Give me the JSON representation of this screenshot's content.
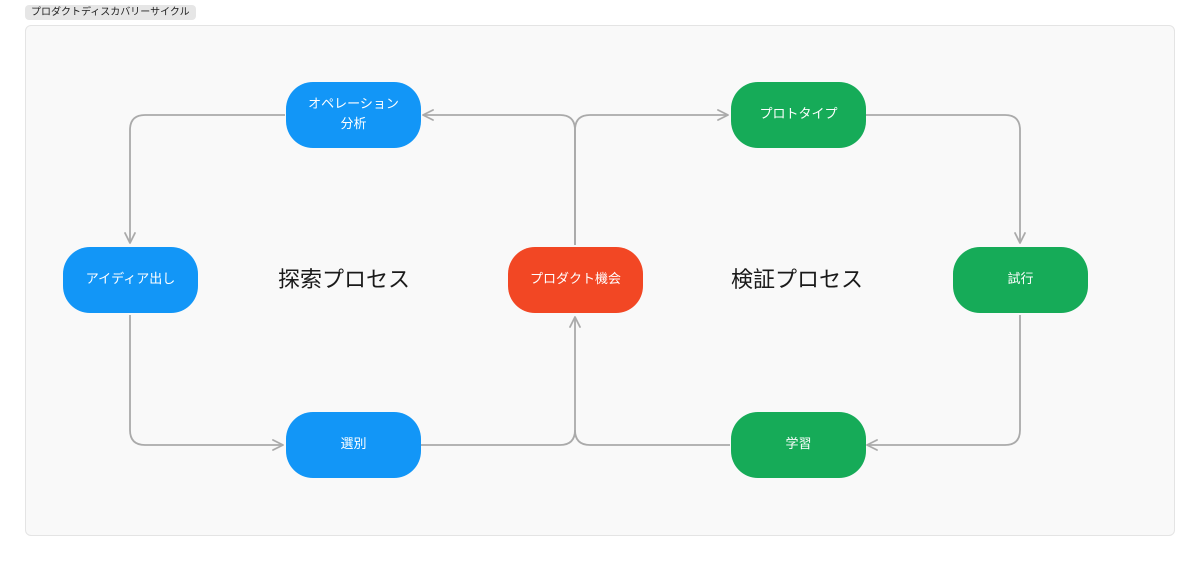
{
  "tag": "プロダクトディスカバリーサイクル",
  "regions": {
    "explore": "探索プロセス",
    "verify": "検証プロセス"
  },
  "nodes": {
    "operation_analysis": {
      "line1": "オペレーション",
      "line2": "分析"
    },
    "idea_generation": "アイディア出し",
    "selection": "選別",
    "product_opportunity": "プロダクト機会",
    "prototype": "プロトタイプ",
    "trial": "試行",
    "learning": "学習"
  },
  "colors": {
    "explore": "#1296f7",
    "verify": "#16ab58",
    "opportunity": "#f24724",
    "connector": "#aaaaaa",
    "frame": "#f9f9f9"
  }
}
